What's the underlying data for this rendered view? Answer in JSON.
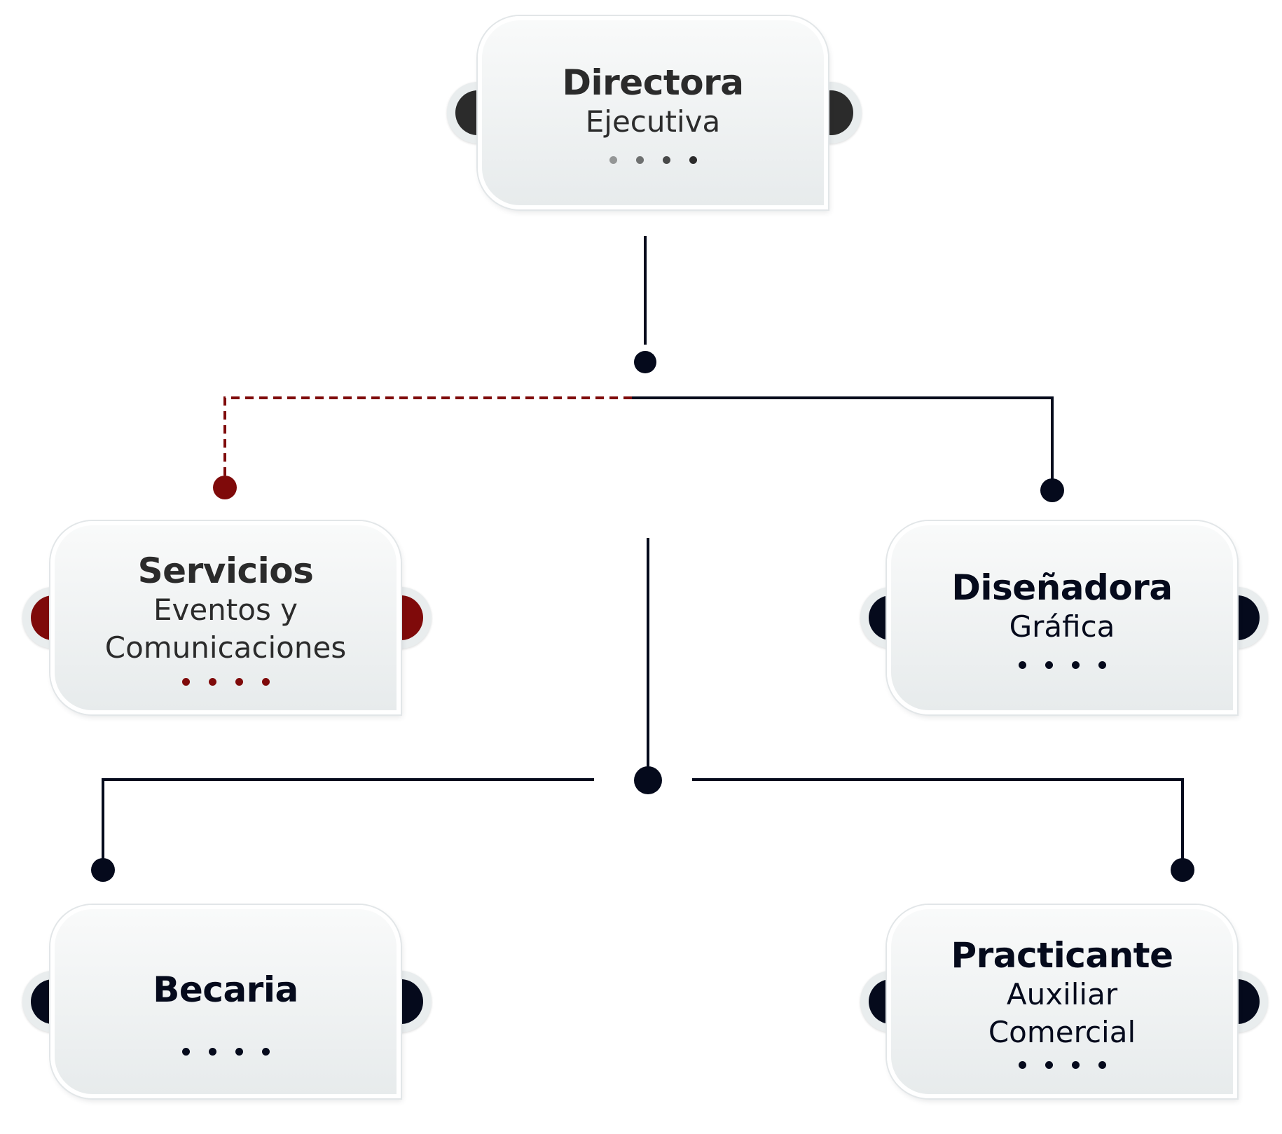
{
  "colors": {
    "navy": "#050a1c",
    "dark": "#2b2b2b",
    "red": "#7f0a0a",
    "card_top": "#f9fafa",
    "card_bottom": "#e7ebec"
  },
  "nodes": {
    "directora": {
      "title": "Directora",
      "subtitle_1": "Ejecutiva"
    },
    "servicios": {
      "title": "Servicios",
      "subtitle_1": "Eventos y",
      "subtitle_2": "Comunicaciones"
    },
    "disenadora": {
      "title": "Diseñadora",
      "subtitle_1": "Gráfica"
    },
    "becaria": {
      "title": "Becaria"
    },
    "practicante": {
      "title": "Practicante",
      "subtitle_1": "Auxiliar",
      "subtitle_2": "Comercial"
    }
  }
}
